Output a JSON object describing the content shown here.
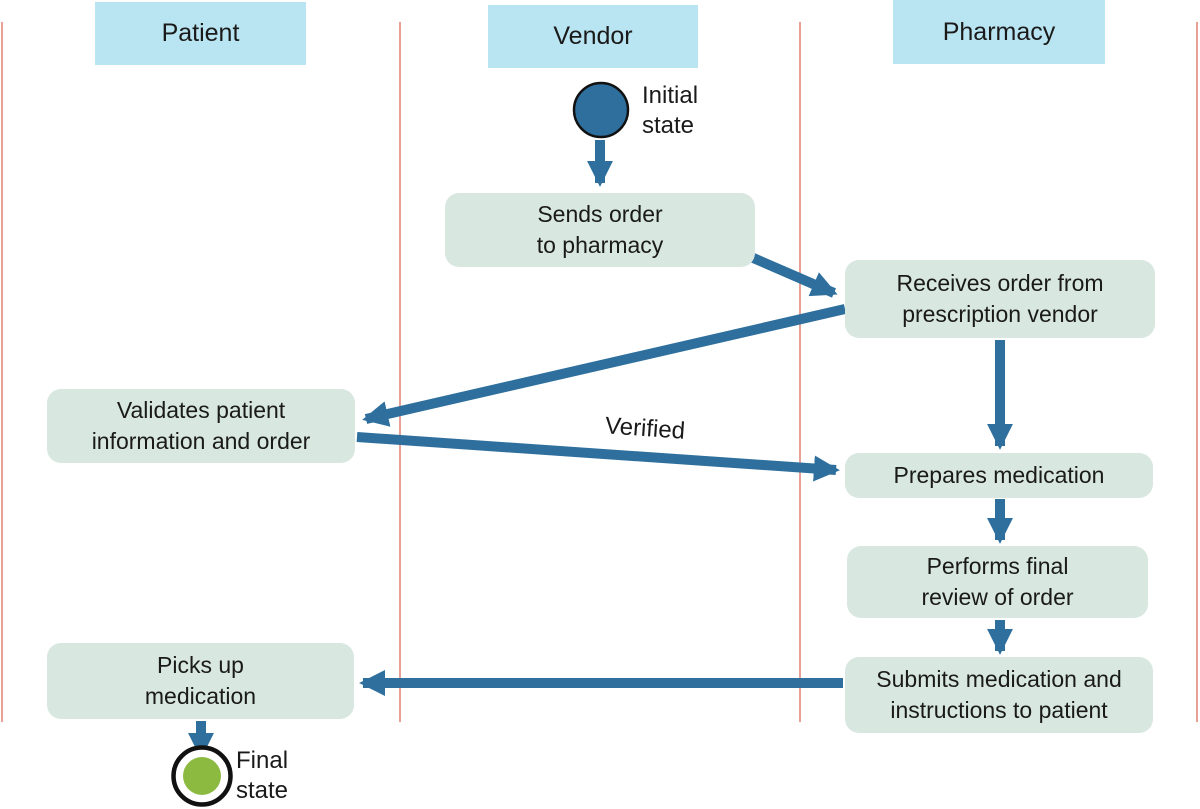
{
  "diagram": {
    "title_implicit": "Pharmacy order activity diagram with swimlanes",
    "lanes": {
      "patient": {
        "label": "Patient"
      },
      "vendor": {
        "label": "Vendor"
      },
      "pharmacy": {
        "label": "Pharmacy"
      }
    },
    "nodes": {
      "initial_state": {
        "type": "initial-state",
        "label_lines": [
          "Initial",
          "state"
        ]
      },
      "sends_order": {
        "type": "activity",
        "lane": "vendor",
        "label_lines": [
          "Sends order",
          "to pharmacy"
        ]
      },
      "receives_order": {
        "type": "activity",
        "lane": "pharmacy",
        "label_lines": [
          "Receives order from",
          "prescription vendor"
        ]
      },
      "validates": {
        "type": "activity",
        "lane": "patient",
        "label_lines": [
          "Validates patient",
          "information and order"
        ]
      },
      "prepares": {
        "type": "activity",
        "lane": "pharmacy",
        "label_lines": [
          "Prepares medication"
        ]
      },
      "performs": {
        "type": "activity",
        "lane": "pharmacy",
        "label_lines": [
          "Performs final",
          "review of order"
        ]
      },
      "submits": {
        "type": "activity",
        "lane": "pharmacy",
        "label_lines": [
          "Submits medication and",
          "instructions to patient"
        ]
      },
      "picks_up": {
        "type": "activity",
        "lane": "patient",
        "label_lines": [
          "Picks up",
          "medication"
        ]
      },
      "final_state": {
        "type": "final-state",
        "label_lines": [
          "Final",
          "state"
        ]
      }
    },
    "edges": [
      {
        "from": "initial_state",
        "to": "sends_order",
        "label": ""
      },
      {
        "from": "sends_order",
        "to": "receives_order",
        "label": ""
      },
      {
        "from": "receives_order",
        "to": "validates",
        "label": ""
      },
      {
        "from": "validates",
        "to": "prepares",
        "label": "Verified"
      },
      {
        "from": "receives_order",
        "to": "prepares",
        "label": ""
      },
      {
        "from": "prepares",
        "to": "performs",
        "label": ""
      },
      {
        "from": "performs",
        "to": "submits",
        "label": ""
      },
      {
        "from": "submits",
        "to": "picks_up",
        "label": ""
      },
      {
        "from": "picks_up",
        "to": "final_state",
        "label": ""
      }
    ],
    "edge_labels": {
      "verified": "Verified"
    }
  },
  "colors": {
    "lane-header-fill": "#b9e4f1",
    "activity-fill": "#d8e7e0",
    "arrow": "#2e6f9d",
    "initial-fill": "#2e6f9d",
    "final-fill": "#8cba41",
    "lane-line": "#e59183",
    "text": "#1a1a1a",
    "bg": "#ffffff"
  }
}
